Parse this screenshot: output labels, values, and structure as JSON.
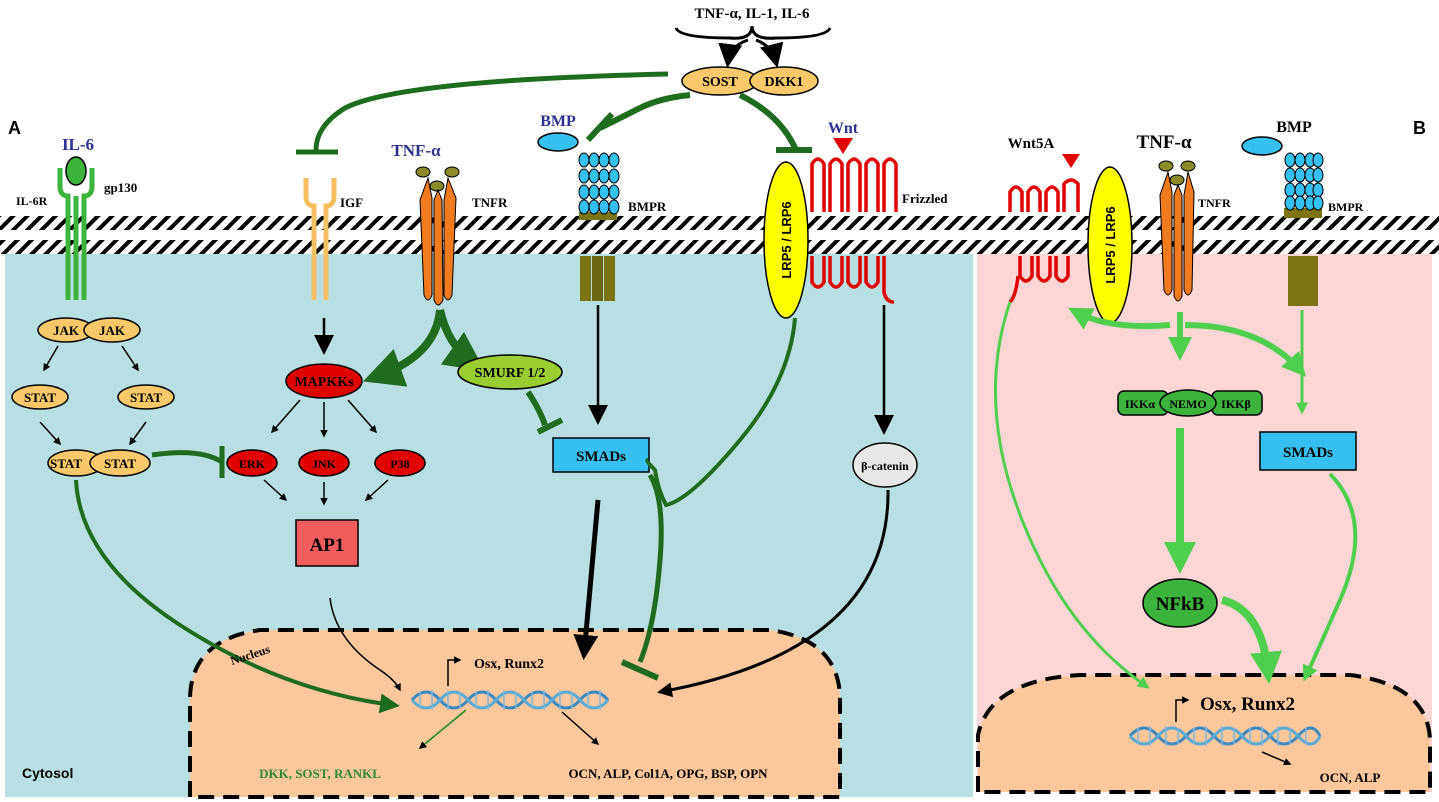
{
  "panels": {
    "a": "A",
    "b": "B"
  },
  "top": {
    "stimuli": "TNF-α, IL-1, IL-6",
    "sost": "SOST",
    "dkk1": "DKK1"
  },
  "left": {
    "il6": "IL-6",
    "il6r": "IL-6R",
    "gp130": "gp130",
    "igf": "IGF",
    "tnfa": "TNF-α",
    "tnfr": "TNFR",
    "bmp": "BMP",
    "bmpr": "BMPR",
    "wnt": "Wnt",
    "frizzled": "Frizzled",
    "lrp": "LRP5 / LRP6",
    "jak1": "JAK",
    "jak2": "JAK",
    "stat1": "STAT",
    "stat2": "STAT",
    "stat3": "STAT",
    "stat4": "STAT",
    "mapkks": "MAPKKs",
    "erk": "ERK",
    "jnk": "JNK",
    "p38": "P38",
    "ap1": "AP1",
    "smurf": "SMURF 1/2",
    "smads": "SMADs",
    "bcatenin": "β-catenin",
    "nucleus": "Nucleus",
    "osx": "Osx, Runx2",
    "targets_green": "DKK, SOST, RANKL",
    "targets_black": "OCN, ALP, Col1A, OPG, BSP, OPN",
    "cytosol": "Cytosol"
  },
  "right": {
    "wnt5a": "Wnt5A",
    "tnfa": "TNF-α",
    "bmp": "BMP",
    "lrp": "LRP5 / LRP6",
    "tnfr": "TNFR",
    "bmpr": "BMPR",
    "ikka": "IKKα",
    "nemo": "NEMO",
    "ikkb": "IKKβ",
    "smads": "SMADs",
    "nfkb": "NFkB",
    "osx": "Osx, Runx2",
    "targets": "OCN, ALP"
  },
  "colors": {
    "cytosol_a": "#b9dfe3",
    "cytosol_b": "#fdd5d5",
    "nucleus": "#fcc89b",
    "dark_green": "#1f6b1f",
    "light_green": "#4ed04e",
    "red": "#e00000",
    "orange_receptor": "#f07a1e",
    "blue_box": "#35c0ef",
    "yellow_lrp": "#ffff00",
    "stat_fill": "#f9c86a"
  }
}
